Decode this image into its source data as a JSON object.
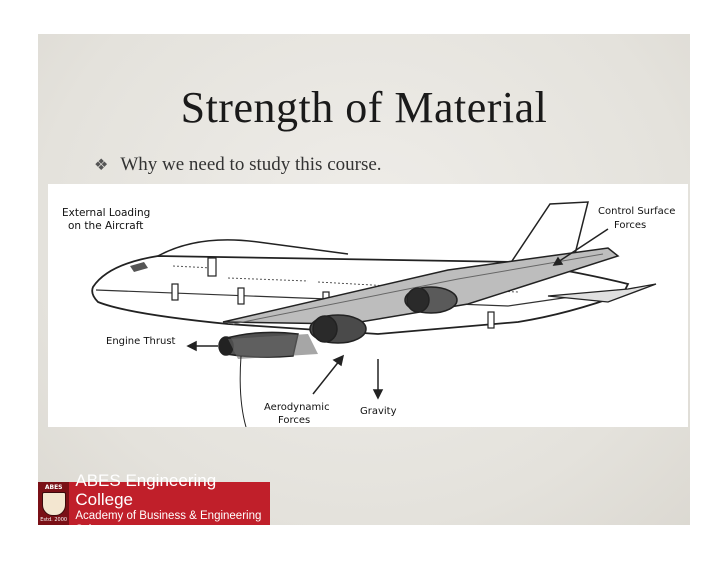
{
  "slide": {
    "title": "Strength of Material",
    "bullet_text": "Why we need to study this course.",
    "bullet_glyph": "❖"
  },
  "figure": {
    "label_external_line1": "External Loading",
    "label_external_line2": "on the Aircraft",
    "label_control_line1": "Control Surface",
    "label_control_line2": "Forces",
    "label_thrust": "Engine Thrust",
    "label_aero_line1": "Aerodynamic",
    "label_aero_line2": "Forces",
    "label_gravity": "Gravity"
  },
  "logo": {
    "crest_top": "ABES",
    "crest_bottom": "Estd. 2000",
    "name": "ABES Engineering College",
    "subtitle": "Academy of Business & Engineering Sciences",
    "color": "#c01f2a"
  }
}
